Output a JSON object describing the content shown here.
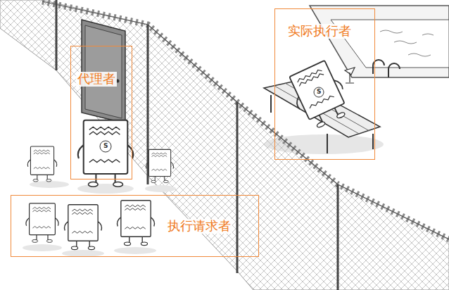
{
  "diagram": {
    "nodes": [
      {
        "text": [
          "代理者"
        ]
      },
      {
        "text": [
          "实际执行者"
        ]
      },
      {
        "text": [
          "执行请求者"
        ]
      }
    ],
    "labels": [
      "S",
      "S"
    ]
  }
}
